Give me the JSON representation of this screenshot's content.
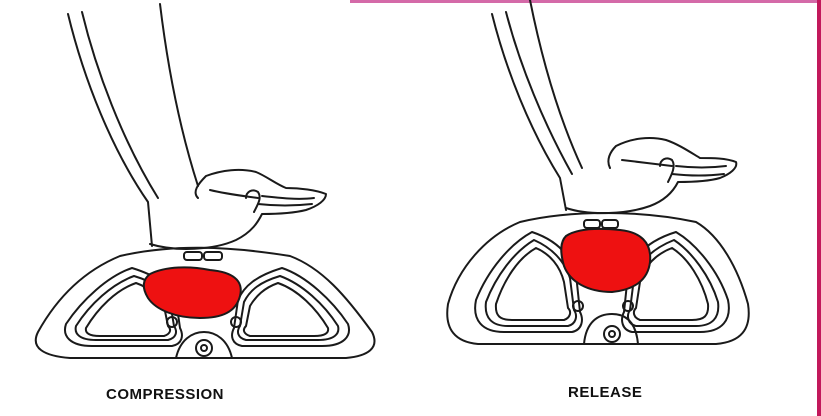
{
  "panels": [
    {
      "id": "compression",
      "caption": "COMPRESSION"
    },
    {
      "id": "release",
      "caption": "RELEASE"
    }
  ],
  "colors": {
    "heart": "#ee1111",
    "outline": "#1a1a1a",
    "frame_accent": "#c2185b"
  }
}
